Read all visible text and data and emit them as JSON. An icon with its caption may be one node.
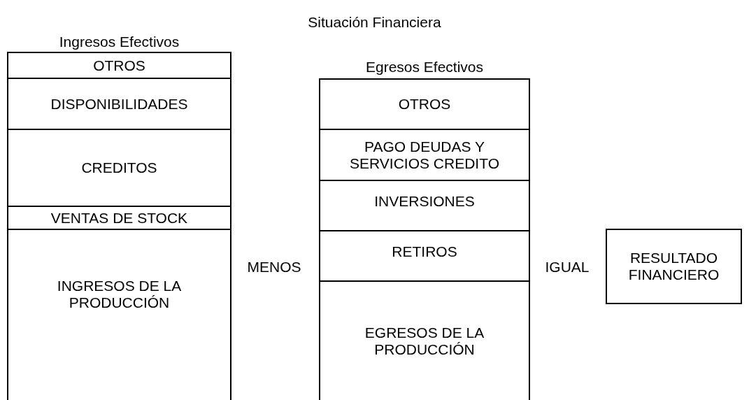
{
  "diagram": {
    "title": "Situación Financiera",
    "nodes": [
      {
        "text": [
          "Ingresos Efectivos"
        ]
      },
      {
        "text": [
          "OTROS"
        ],
        "in": 0
      },
      {
        "text": [
          "DISPONIBILIDADES"
        ],
        "in": 0
      },
      {
        "text": [
          "CREDITOS"
        ],
        "in": 0
      },
      {
        "text": [
          "VENTAS DE STOCK"
        ],
        "in": 0
      },
      {
        "text": [
          "INGRESOS DE LA PRODUCCIÓN"
        ],
        "in": 0
      },
      {
        "text": [
          "Egresos Efectivos"
        ]
      },
      {
        "text": [
          "OTROS"
        ],
        "in": 6
      },
      {
        "text": [
          "PAGO DEUDAS Y SERVICIOS CREDITO"
        ],
        "in": 6
      },
      {
        "text": [
          "INVERSIONES"
        ],
        "in": 6
      },
      {
        "text": [
          "RETIROS"
        ],
        "in": 6
      },
      {
        "text": [
          "EGRESOS DE LA PRODUCCIÓN"
        ],
        "in": 6
      },
      {
        "text": [
          "RESULTADO FINANCIERO"
        ]
      }
    ],
    "edges": [],
    "labels": [
      "MENOS",
      "IGUAL"
    ]
  }
}
